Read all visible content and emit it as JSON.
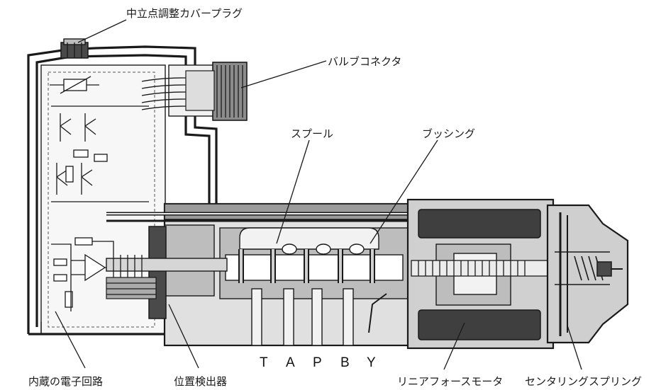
{
  "labels": {
    "neutral_plug": "中立点調整カバープラグ",
    "valve_connector": "バルブコネクタ",
    "spool": "スプール",
    "bushing": "ブッシング",
    "electronics": "内蔵の電子回路",
    "position_sensor": "位置検出器",
    "linear_force_motor": "リニアフォースモータ",
    "centering_spring": "センタリングスプリング"
  },
  "ports": {
    "t": "T",
    "a": "A",
    "p": "P",
    "b": "B",
    "y": "Y"
  }
}
